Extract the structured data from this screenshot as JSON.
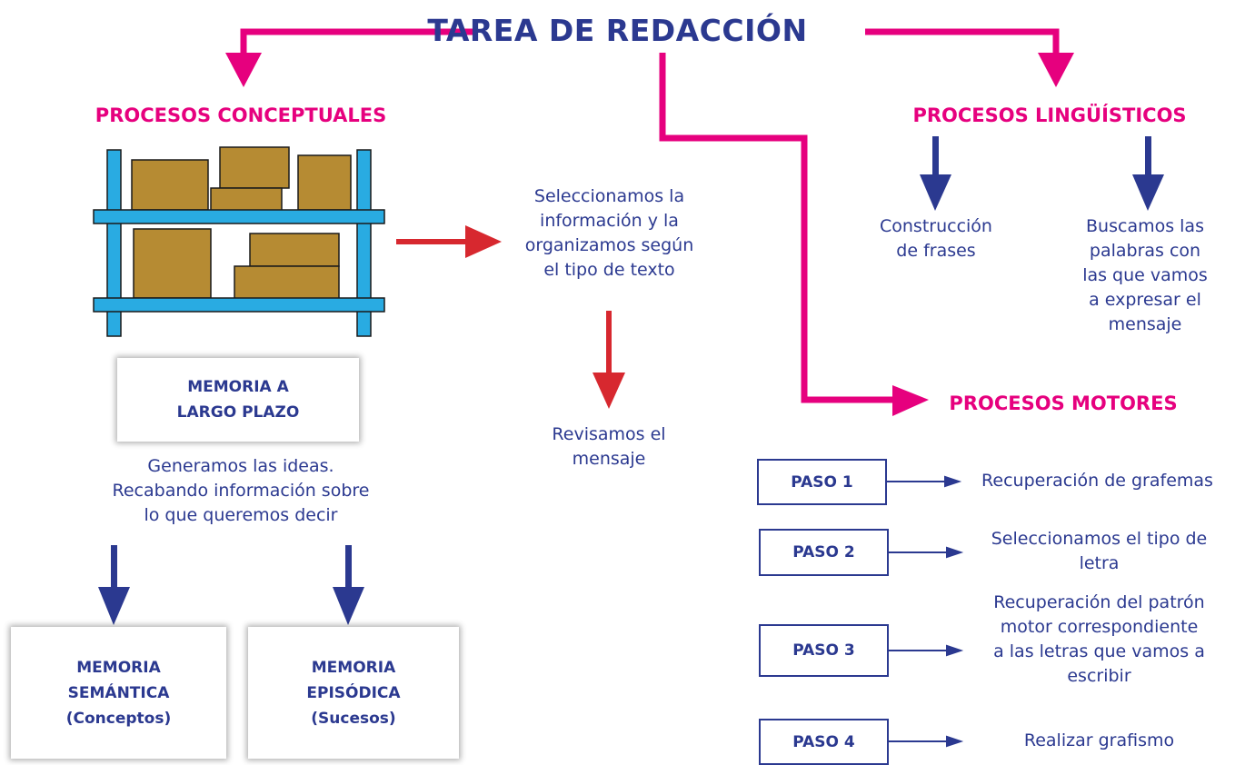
{
  "title": "TAREA DE REDACCIÓN",
  "colors": {
    "magenta": "#e6007e",
    "navy": "#2b3990",
    "red": "#d7282f",
    "shelf": "#29abe2",
    "box": "#b68b33"
  },
  "conceptual": {
    "heading": "PROCESOS CONCEPTUALES",
    "long_term_memory": "MEMORIA A\nLARGO PLAZO",
    "generate_text": "Generamos las ideas.\nRecabando información sobre\nlo que queremos decir",
    "semantic_memory": "MEMORIA\nSEMÁNTICA\n(Conceptos)",
    "episodic_memory": "MEMORIA\nEPISÓDICA\n(Sucesos)"
  },
  "middle": {
    "select_text": "Seleccionamos la\ninformación y la\norganizamos según\nel tipo de texto",
    "review_text": "Revisamos el\nmensaje"
  },
  "linguistic": {
    "heading": "PROCESOS LINGÜÍSTICOS",
    "sentence_text": "Construcción\nde frases",
    "words_text": "Buscamos las\npalabras con\nlas que vamos\na expresar el\nmensaje"
  },
  "motor": {
    "heading": "PROCESOS MOTORES",
    "steps": [
      {
        "label": "PASO 1",
        "text": "Recuperación de grafemas"
      },
      {
        "label": "PASO 2",
        "text": "Seleccionamos el tipo de\nletra"
      },
      {
        "label": "PASO 3",
        "text": "Recuperación del patrón\nmotor correspondiente\na las letras que vamos a\nescribir"
      },
      {
        "label": "PASO 4",
        "text": "Realizar grafismo"
      }
    ]
  }
}
